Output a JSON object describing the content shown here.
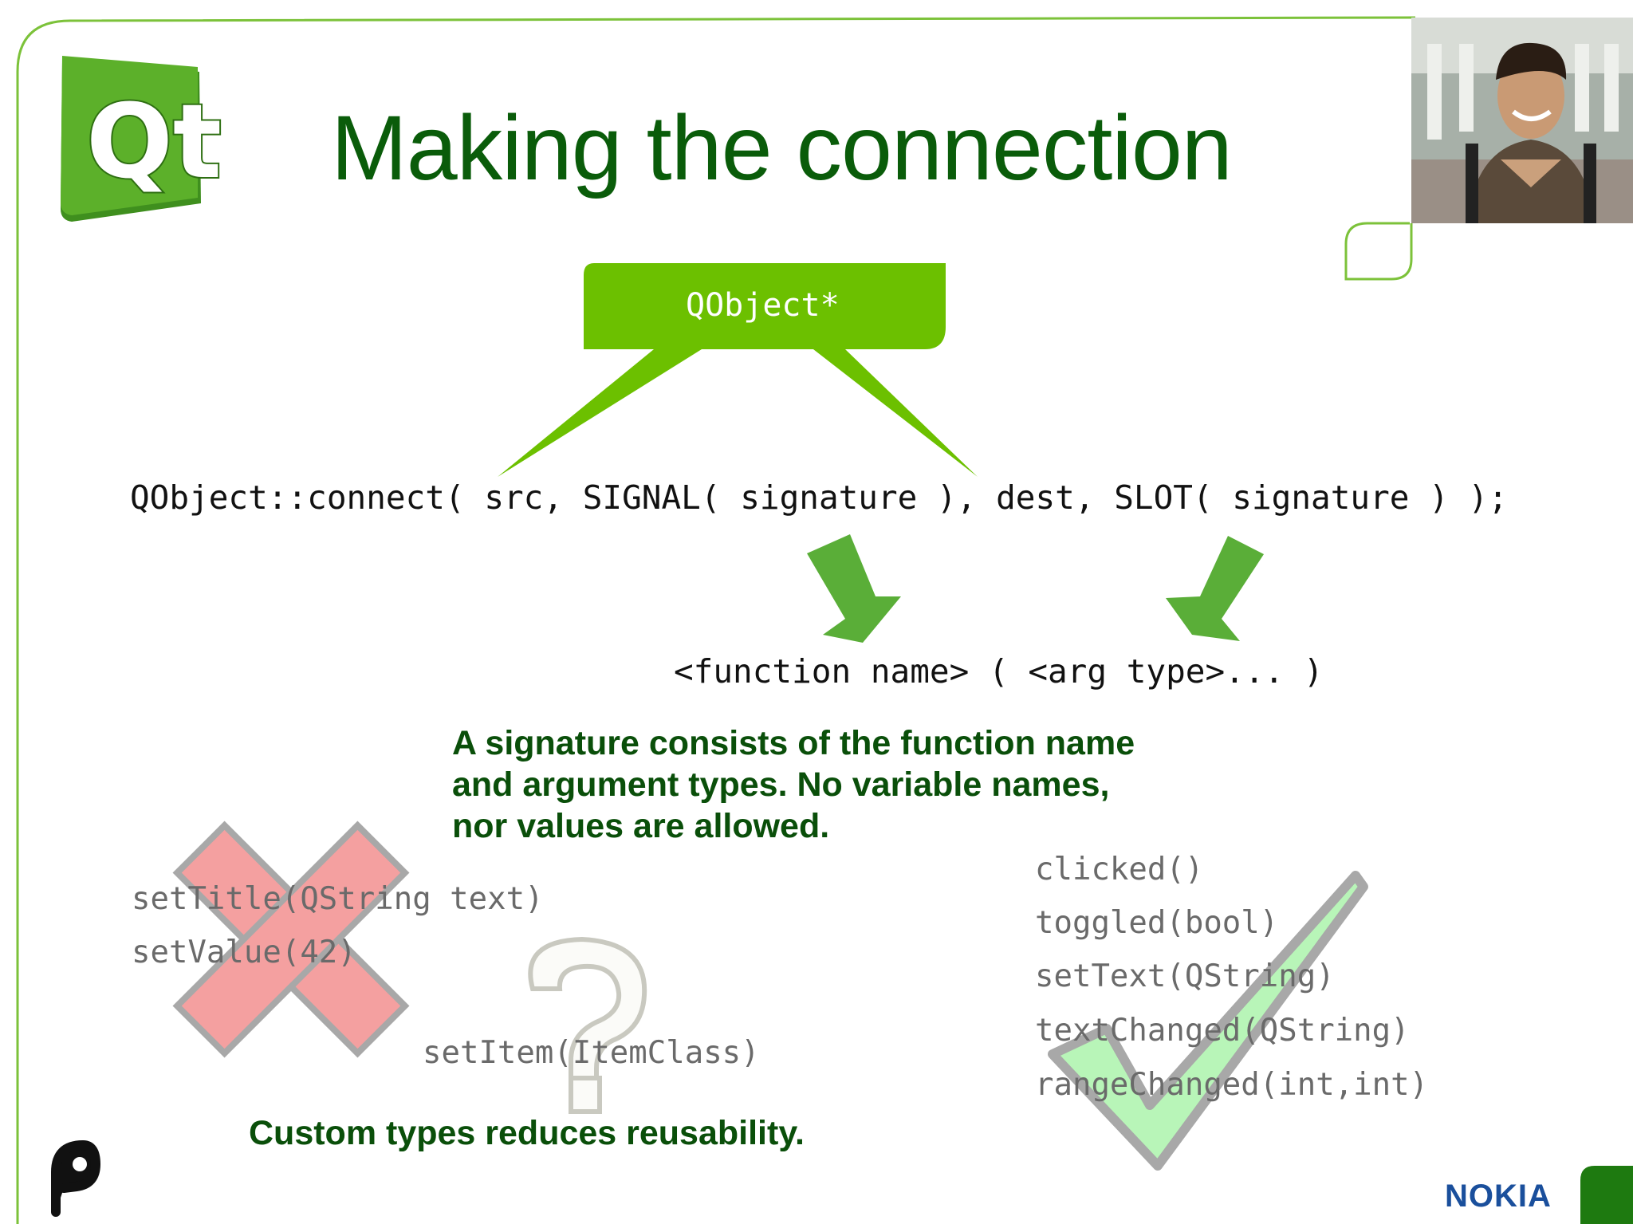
{
  "slide": {
    "title": "Making the connection",
    "logo_text": "Qt",
    "bubble_label": "QObject*",
    "connect_line": "QObject::connect( src, SIGNAL( signature ), dest, SLOT( signature ) );",
    "signature_format": "<function name> ( <arg type>... )",
    "description_lines": [
      "A signature consists of the function name",
      "and argument types. No variable names,",
      "nor values are allowed."
    ],
    "invalid_examples": [
      "setTitle(QString text)",
      "setValue(42)"
    ],
    "questionable_example": "setItem(ItemClass)",
    "valid_examples": [
      "clicked()",
      "toggled(bool)",
      "setText(QString)",
      "textChanged(QString)",
      "rangeChanged(int,int)"
    ],
    "note": "Custom types reduces reusability.",
    "brand": "NOKIA"
  },
  "colors": {
    "title": "#0a5c0a",
    "accent_green": "#6cc000",
    "arrow_green": "#5aae38",
    "text_dark_green": "#0a4f0a",
    "cross_red": "#f4a0a0",
    "check_green": "#b8f5b8",
    "nokia_blue": "#1a4f9c"
  },
  "icons": [
    "qt-logo-icon",
    "student-photo",
    "cross-icon",
    "question-mark-icon",
    "checkmark-icon",
    "presenter-logo-icon",
    "nokia-logo"
  ]
}
